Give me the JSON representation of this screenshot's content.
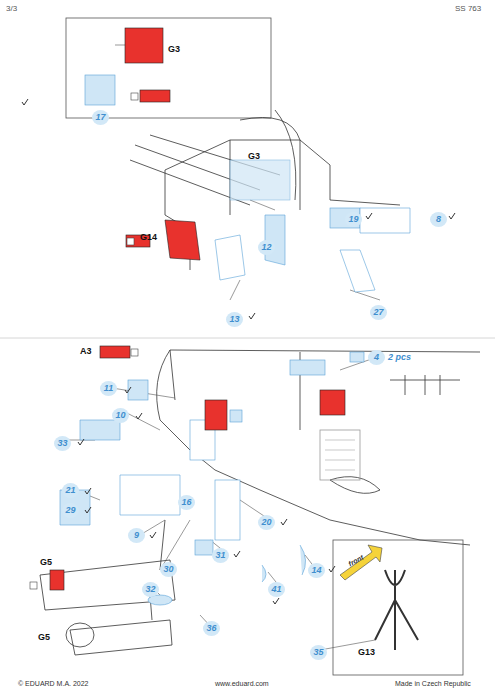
{
  "diagram": {
    "labels": [
      "3/3",
      "SS 763",
      "G3",
      "17",
      "G3",
      "G14",
      "12",
      "19",
      "8",
      "13",
      "27",
      "A3",
      "4",
      "2 pcs",
      "11",
      "10",
      "33",
      "21",
      "29",
      "16",
      "9",
      "20",
      "31",
      "14",
      "41",
      "G5",
      "32",
      "30",
      "G5",
      "36",
      "front",
      "35",
      "G13",
      "© EDUARD  M.A. 2022",
      "www.eduard.com",
      "Made in Czech Republic"
    ]
  }
}
